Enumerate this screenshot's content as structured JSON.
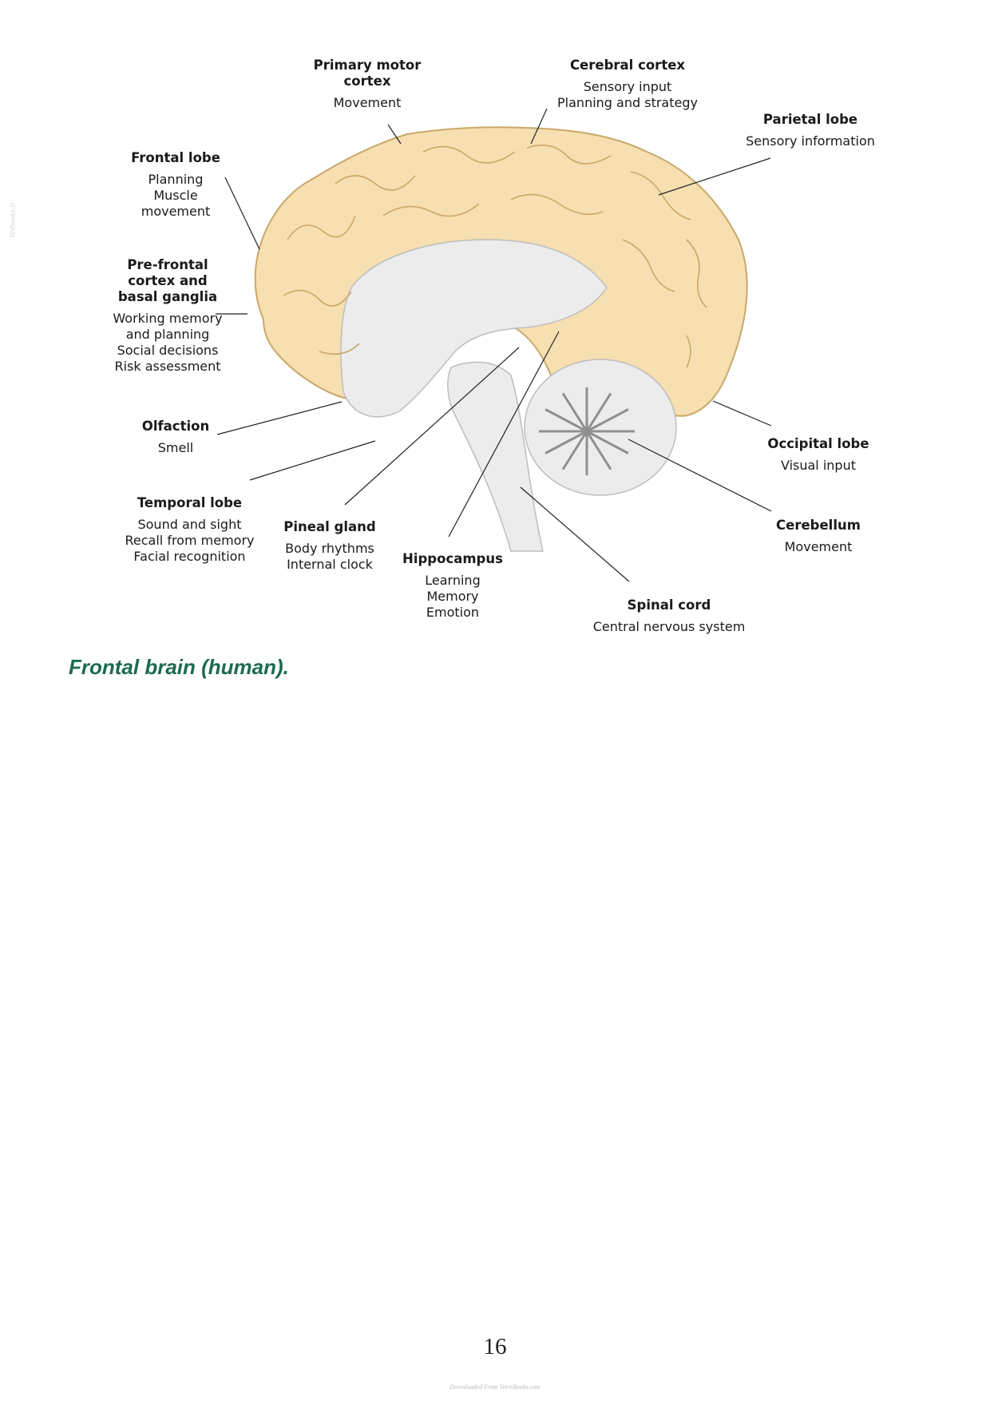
{
  "labels": {
    "primary_motor": {
      "title_1": "Primary motor",
      "title_2": "cortex",
      "desc": [
        "Movement"
      ]
    },
    "cerebral_cortex": {
      "title": "Cerebral cortex",
      "desc": [
        "Sensory input",
        "Planning and strategy"
      ]
    },
    "parietal": {
      "title": "Parietal lobe",
      "desc": [
        "Sensory information"
      ]
    },
    "frontal": {
      "title": "Frontal lobe",
      "desc": [
        "Planning",
        "Muscle",
        "movement"
      ]
    },
    "prefrontal": {
      "title_1": "Pre-frontal",
      "title_2": "cortex and",
      "title_3": "basal ganglia",
      "desc": [
        "Working memory",
        "and planning",
        "Social decisions",
        "Risk assessment"
      ]
    },
    "olfaction": {
      "title": "Olfaction",
      "desc": [
        "Smell"
      ]
    },
    "temporal": {
      "title": "Temporal lobe",
      "desc": [
        "Sound and sight",
        "Recall from memory",
        "Facial recognition"
      ]
    },
    "pineal": {
      "title": "Pineal gland",
      "desc": [
        "Body rhythms",
        "Internal clock"
      ]
    },
    "hippocampus": {
      "title": "Hippocampus",
      "desc": [
        "Learning",
        "Memory",
        "Emotion"
      ]
    },
    "spinal": {
      "title": "Spinal cord",
      "desc": [
        "Central nervous system"
      ]
    },
    "occipital": {
      "title": "Occipital lobe",
      "desc": [
        "Visual input"
      ]
    },
    "cerebellum": {
      "title": "Cerebellum",
      "desc": [
        "Movement"
      ]
    }
  },
  "caption": "Frontal brain (human).",
  "page_number": "16",
  "footer_watermark": "Downloaded From Vet-eBooks.com",
  "side_watermark": "Vetbooks.ir",
  "colors": {
    "cortex_fill": "#f6dfb0",
    "cortex_stroke": "#c9a86a",
    "inner_fill": "#ececec",
    "caption": "#1d6b4e"
  }
}
